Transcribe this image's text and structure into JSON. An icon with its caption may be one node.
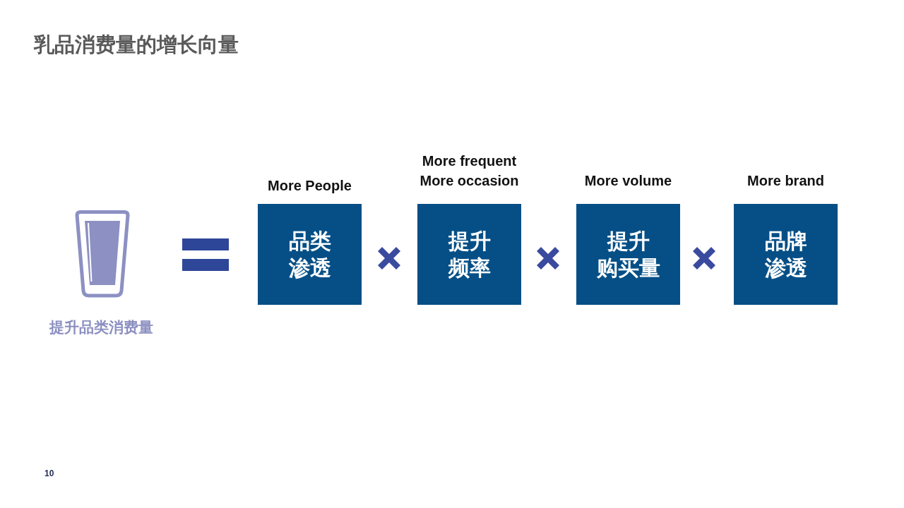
{
  "diagram": {
    "title": "乳品消费量的增长向量",
    "nodes": [
      {
        "text": [
          "提升品类消费量"
        ]
      },
      {
        "text": [
          "More People",
          "品类渗透"
        ]
      },
      {
        "text": [
          "More frequent More occasion",
          "提升频率"
        ]
      },
      {
        "text": [
          "More volume",
          "提升购买量"
        ]
      },
      {
        "text": [
          "More brand",
          "品牌渗透"
        ]
      }
    ],
    "labels": [
      "10"
    ]
  }
}
